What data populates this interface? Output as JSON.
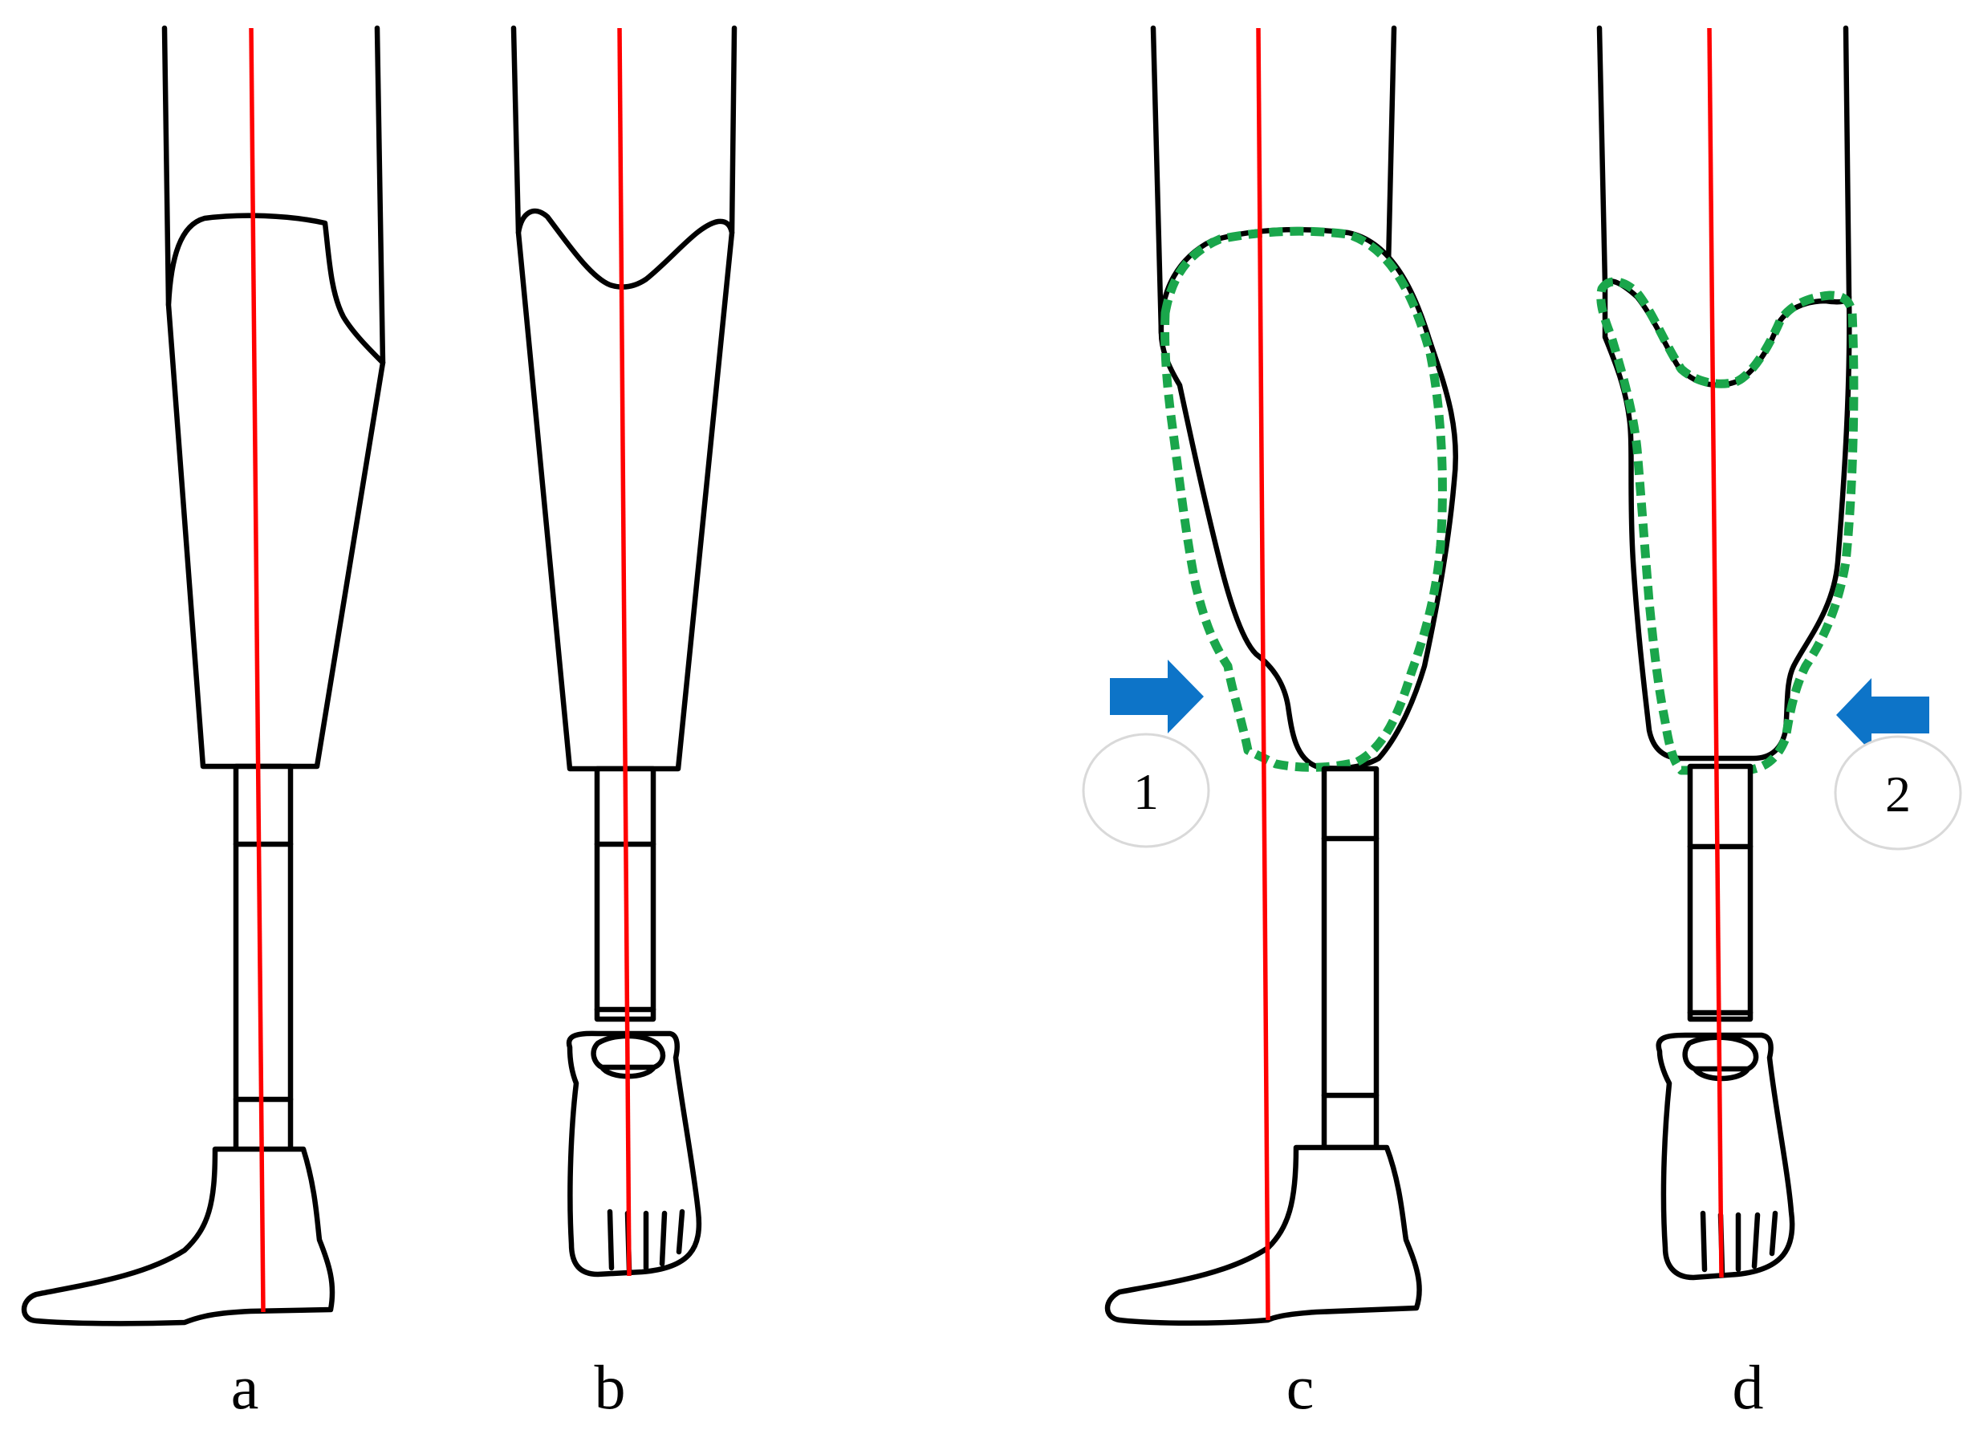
{
  "panels": [
    {
      "id": "a",
      "caption": "a"
    },
    {
      "id": "b",
      "caption": "b"
    },
    {
      "id": "c",
      "caption": "c",
      "marker": "1"
    },
    {
      "id": "d",
      "caption": "d",
      "marker": "2"
    }
  ],
  "colors": {
    "outline": "#000000",
    "load_line": "#ff0000",
    "socket_contour": "#1aa64b",
    "force_arrow": "#0d74c8",
    "marker_circle": "#d9d9d9"
  }
}
